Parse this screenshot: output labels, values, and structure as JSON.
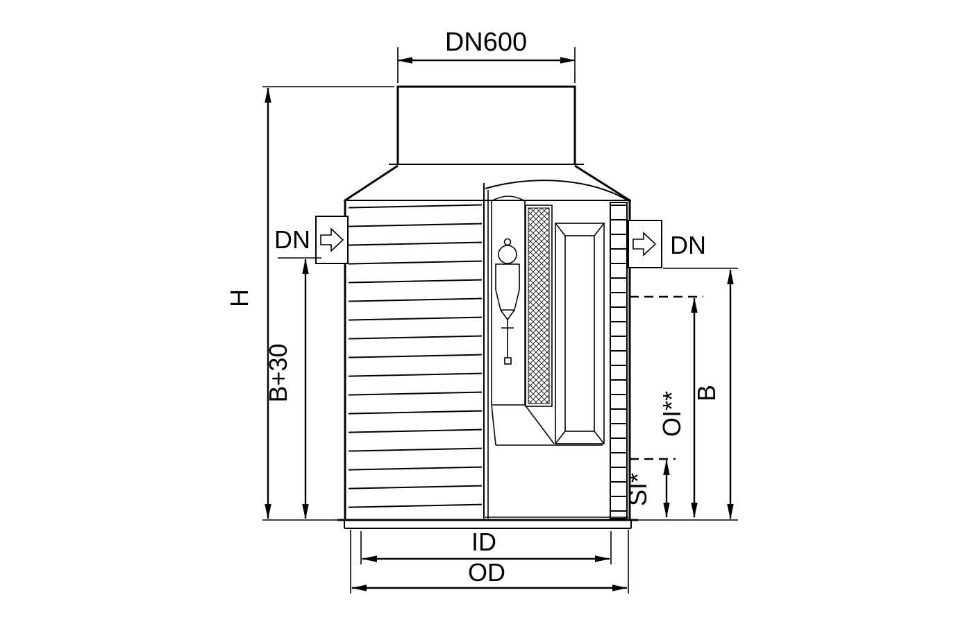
{
  "labels": {
    "dn600": "DN600",
    "inlet_dn": "DN",
    "outlet_dn": "DN",
    "height": "H",
    "b_plus_30": "B+30",
    "b": "B",
    "oi": "OI**",
    "si": "SI*",
    "inner_diameter": "ID",
    "outer_diameter": "OD"
  },
  "colors": {
    "line": "#000000",
    "background": "#ffffff"
  }
}
